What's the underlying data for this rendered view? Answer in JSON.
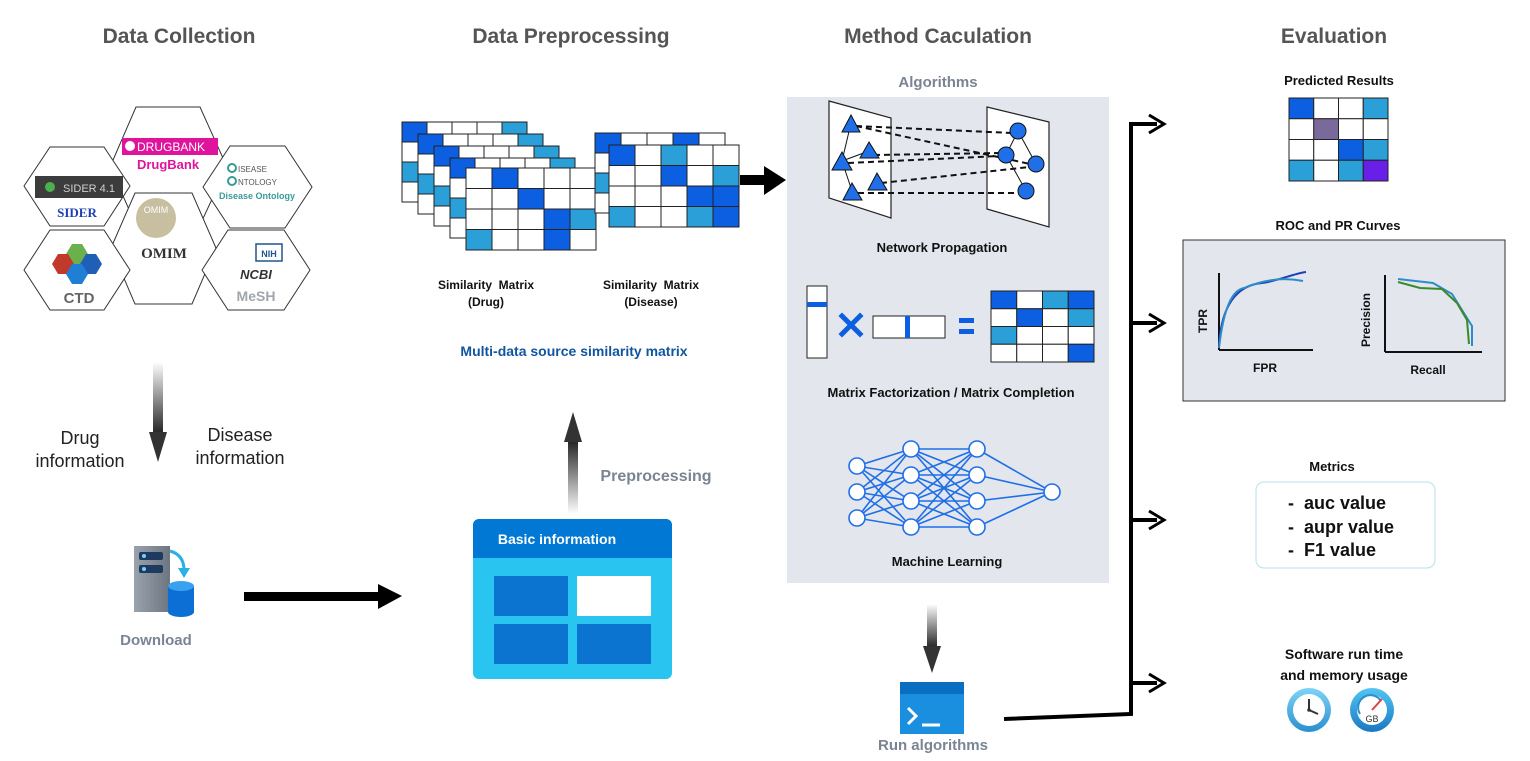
{
  "columns": {
    "collection": "Data Collection",
    "preprocessing": "Data Preprocessing",
    "method": "Method Caculation",
    "evaluation": "Evaluation"
  },
  "sources": {
    "drugbank_logo": "DRUGBANK",
    "drugbank": "DrugBank",
    "sider_logo": "SIDER 4.1",
    "sider": "SIDER",
    "omim_logo": "OMIM",
    "omim": "OMIM",
    "disease_ontology_logo_1": "ISEASE",
    "disease_ontology_logo_2": "NTOLOGY",
    "disease_ontology": "Disease Ontology",
    "ctd": "CTD",
    "nih": "NIH",
    "ncbi": "NCBI",
    "mesh": "MeSH"
  },
  "collection": {
    "drug_info": [
      "Drug",
      "information"
    ],
    "disease_info": [
      "Disease",
      "information"
    ],
    "download": "Download"
  },
  "preprocessing": {
    "sim_drug": [
      "Similarity  Matrix",
      "(Drug)"
    ],
    "sim_disease": [
      "Similarity  Matrix",
      "(Disease)"
    ],
    "multi_source": "Multi-data source similarity matrix",
    "preprocessing_label": "Preprocessing",
    "basic_info": "Basic information"
  },
  "method": {
    "algorithms": "Algorithms",
    "network_propagation": "Network Propagation",
    "matrix_factorization": "Matrix Factorization / Matrix Completion",
    "machine_learning": "Machine Learning",
    "run_algorithms": "Run algorithms"
  },
  "evaluation": {
    "predicted_results": "Predicted Results",
    "roc_pr": "ROC and PR Curves",
    "tpr": "TPR",
    "fpr": "FPR",
    "precision": "Precision",
    "recall": "Recall",
    "metrics": "Metrics",
    "metric_items": [
      "-  auc value",
      "-  aupr value",
      "-  F1 value"
    ],
    "software_runtime": [
      "Software run time",
      "and memory usage"
    ],
    "gb": "GB"
  },
  "colors": {
    "heading": "#555555",
    "muted_label": "#7a8494",
    "blue_dark": "#0b5fe0",
    "blue_mid": "#2a9fd8",
    "blue_link": "#1155a0",
    "panel": "#e3e6ed",
    "purple_grey": "#7a6a9c",
    "purple": "#6a1fe8",
    "basic_info_header": "#0078d4",
    "basic_info_body": "#29c5f0"
  }
}
